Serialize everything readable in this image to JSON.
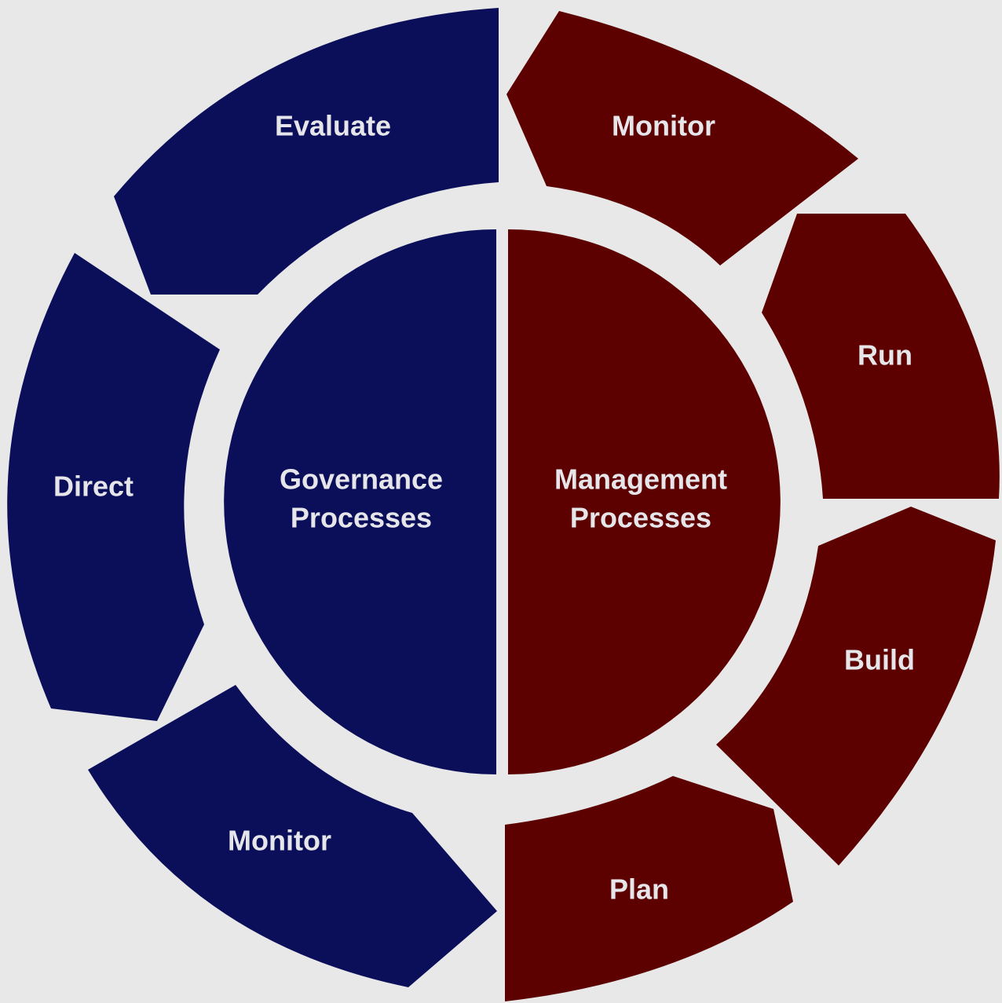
{
  "colors": {
    "background": "#e8e8e8",
    "governance": "#0b0f5a",
    "management": "#5c0000",
    "text": "#e6e6ea"
  },
  "center": {
    "governance": {
      "line1": "Governance",
      "line2": "Processes"
    },
    "management": {
      "line1": "Management",
      "line2": "Processes"
    }
  },
  "segments": {
    "evaluate": "Evaluate",
    "direct": "Direct",
    "monitor_gov": "Monitor",
    "monitor_mgmt": "Monitor",
    "run": "Run",
    "build": "Build",
    "plan": "Plan"
  }
}
